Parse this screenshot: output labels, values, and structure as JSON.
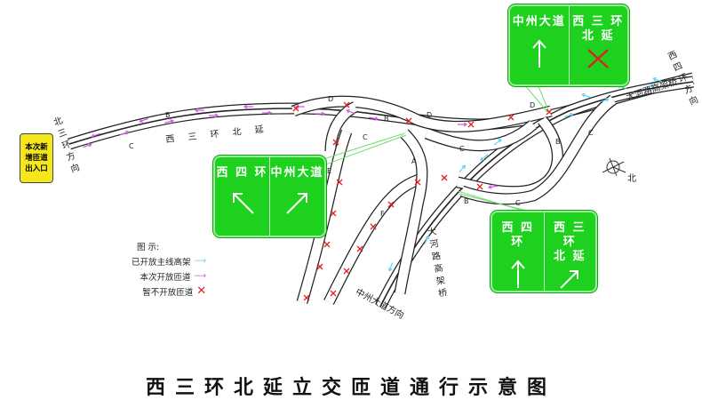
{
  "badge": {
    "line1": "本次新",
    "line2": "增匝道",
    "line3": "出入口"
  },
  "signs": {
    "top": {
      "left": "中州大道",
      "right_l1": "西 三 环",
      "right_l2": "北 延"
    },
    "left": {
      "left": "西 四 环",
      "right": "中州大道"
    },
    "bottom": {
      "left": "西 四 环",
      "right_l1": "西 三 环",
      "right_l2": "北 延"
    }
  },
  "labels": {
    "north3": "北三环方向",
    "west3": "西 三 环 北 延",
    "west4": "西四环方向",
    "dahe": "大河路高架桥",
    "dahe_vert": "大河路高架桥",
    "zhongzhou": "中州大道方向",
    "north": "北",
    "ramps": {
      "B1": "B",
      "C1": "C",
      "D1": "D",
      "B2": "B",
      "C2": "C",
      "D2": "D",
      "D3": "D",
      "A": "A",
      "E": "E",
      "F": "F",
      "C3": "C",
      "B3": "B",
      "B4": "B",
      "C4": "C",
      "C5": "C"
    }
  },
  "legend": {
    "title": "图 示:",
    "items": [
      {
        "label": "已开放主线高架",
        "color": "#5fd3f0"
      },
      {
        "label": "本次开放匝道",
        "color": "#d05be0"
      },
      {
        "label": "暂不开放匝道",
        "color": "#e02020"
      }
    ]
  },
  "title": "西三环北延立交匝道通行示意图",
  "colors": {
    "sign": "#1ed11e",
    "open_main": "#5fd3f0",
    "open_ramp": "#d05be0",
    "closed": "#e02020",
    "badge": "#f5e71c"
  }
}
